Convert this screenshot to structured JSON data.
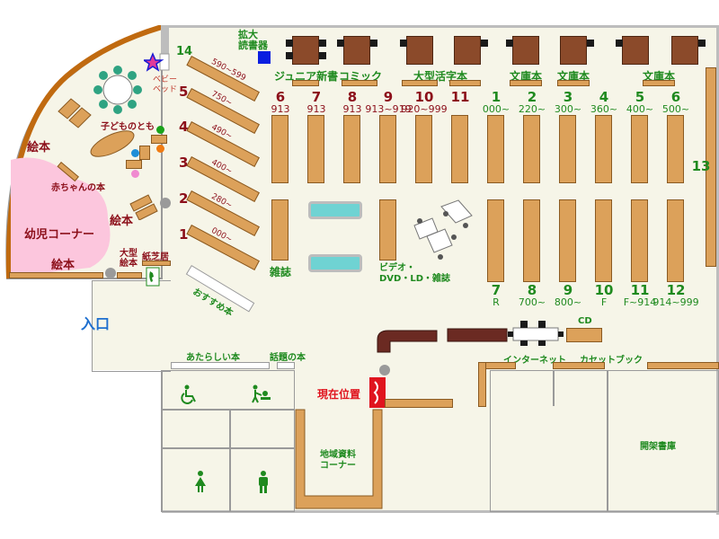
{
  "areas": {
    "entrance": "入口",
    "picture_books_1": "絵本",
    "picture_books_2": "絵本",
    "picture_books_3": "絵本",
    "baby_books": "赤ちゃんの本",
    "kids_corner": "幼児コーナー",
    "kids_friends": "子どものとも",
    "big_picture_books": "大型\n絵本",
    "kamishibai": "紙芝居",
    "baby_bed": "ベビー\nベッド",
    "recommended": "おすすめ本",
    "magazines": "雑誌",
    "video": "ビデオ・\nDVD・LD・雑誌",
    "cd": "CD",
    "internet": "インターネット",
    "cassette_books": "カセットブック",
    "new_books": "あたらしい本",
    "topic_books": "話題の本",
    "current_location": "現在位置",
    "local_materials": "地域資料\nコーナー",
    "closed_stacks": "開架書庫",
    "large_print": "拡大\n読書器"
  },
  "top_shelf_labels": {
    "junior": "ジュニア新書",
    "comic": "コミック",
    "large_type": "大型活字本",
    "bunko1": "文庫本",
    "bunko2": "文庫本",
    "bunko3": "文庫本"
  },
  "diagonal_shelves": [
    {
      "num": "14",
      "range": "590~599"
    },
    {
      "num": "5",
      "range": "750~"
    },
    {
      "num": "4",
      "range": "490~"
    },
    {
      "num": "3",
      "range": "400~"
    },
    {
      "num": "2",
      "range": "280~"
    },
    {
      "num": "1",
      "range": "000~"
    }
  ],
  "top_row": [
    {
      "num": "6",
      "sub": "913",
      "color": "red"
    },
    {
      "num": "7",
      "sub": "913",
      "color": "red"
    },
    {
      "num": "8",
      "sub": "913",
      "color": "red"
    },
    {
      "num": "9",
      "sub": "913~919",
      "color": "red"
    },
    {
      "num": "10",
      "sub": "920~999",
      "color": "red"
    },
    {
      "num": "11",
      "sub": "",
      "color": "red"
    },
    {
      "num": "1",
      "sub": "000~",
      "color": "green"
    },
    {
      "num": "2",
      "sub": "220~",
      "color": "green"
    },
    {
      "num": "3",
      "sub": "300~",
      "color": "green"
    },
    {
      "num": "4",
      "sub": "360~",
      "color": "green"
    },
    {
      "num": "5",
      "sub": "400~",
      "color": "green"
    },
    {
      "num": "6",
      "sub": "500~",
      "color": "green"
    }
  ],
  "bottom_row": [
    {
      "num": "7",
      "sub": "R"
    },
    {
      "num": "8",
      "sub": "700~"
    },
    {
      "num": "9",
      "sub": "800~"
    },
    {
      "num": "10",
      "sub": "F"
    },
    {
      "num": "11",
      "sub": "F~914"
    },
    {
      "num": "12",
      "sub": "914~999"
    }
  ],
  "side_shelf": "13",
  "colors": {
    "shelf": "#dca15a",
    "floor": "#f6f5e8",
    "kids_area": "#fcc6dd",
    "red_text": "#8c0f1a",
    "green_text": "#1f8a1f",
    "entrance_text": "#1e6fcf"
  }
}
